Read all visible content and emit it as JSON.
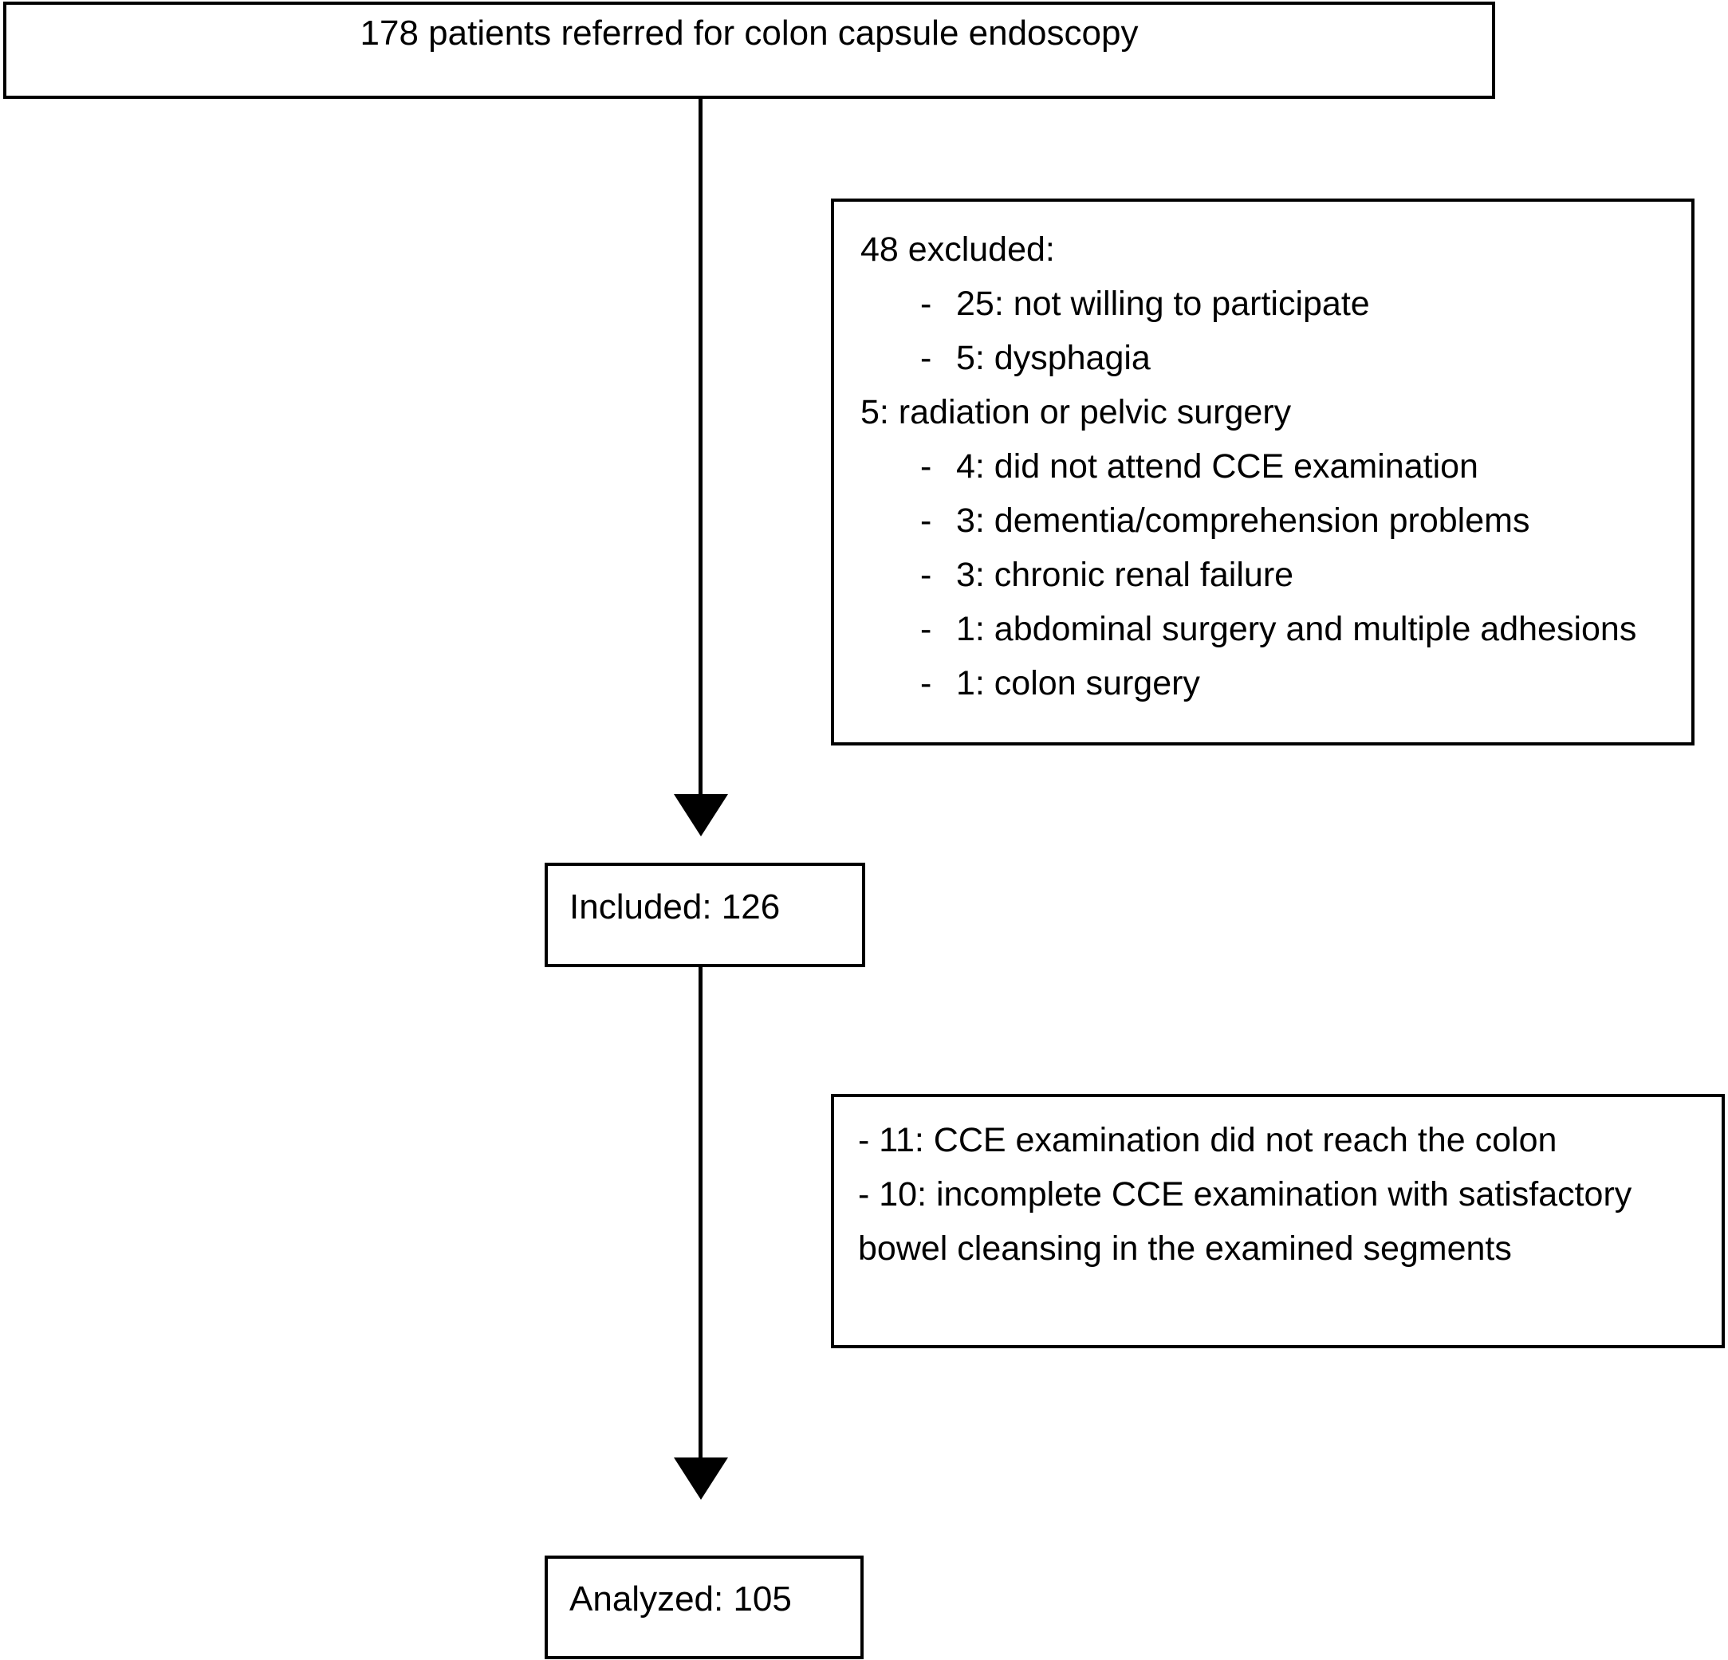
{
  "figure": {
    "type": "flowchart",
    "orientation": "top-to-bottom",
    "nodes": {
      "referred": {
        "label": "178 patients referred for colon capsule endoscopy",
        "count": 178
      },
      "included": {
        "label": "Included: 126",
        "count": 126
      },
      "analyzed": {
        "label": "Analyzed: 105",
        "count": 105
      }
    },
    "exclusions_stage_1": {
      "header": "48 excluded:",
      "total": 48,
      "items": [
        {
          "bullet": "-",
          "text": "25: not willing to participate",
          "count": 25
        },
        {
          "bullet": "-",
          "text": "5: dysphagia",
          "count": 5
        }
      ],
      "unbulleted_line": "5: radiation or pelvic surgery",
      "items_2": [
        {
          "bullet": "-",
          "text": "4: did not attend CCE examination",
          "count": 4
        },
        {
          "bullet": "-",
          "text": "3: dementia/comprehension problems",
          "count": 3
        },
        {
          "bullet": "-",
          "text": "3: chronic  renal failure",
          "count": 3
        },
        {
          "bullet": "-",
          "text": "1: abdominal surgery and multiple adhesions",
          "count": 1
        },
        {
          "bullet": "-",
          "text": "1: colon surgery",
          "count": 1
        }
      ]
    },
    "exclusions_stage_2": {
      "lines": [
        "- 11: CCE examination did not reach the colon",
        "- 10: incomplete CCE examination with satisfactory bowel cleansing in the examined segments"
      ],
      "counts": [
        11,
        10
      ]
    },
    "colors": {
      "background": "#ffffff",
      "stroke": "#000000",
      "text": "#000000"
    }
  }
}
